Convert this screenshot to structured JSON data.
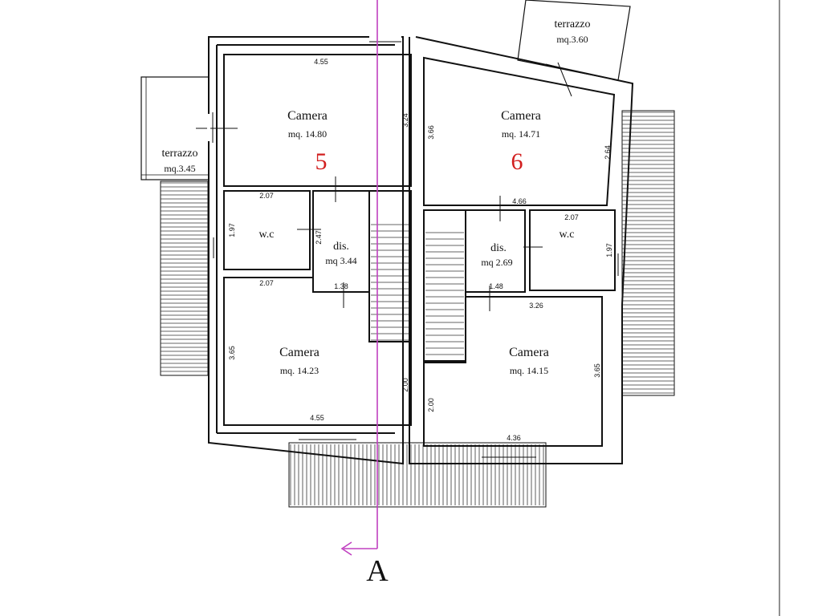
{
  "units": {
    "left": "5",
    "right": "6"
  },
  "rooms": {
    "camera_top_left": {
      "name": "Camera",
      "area": "mq. 14.80"
    },
    "camera_top_right": {
      "name": "Camera",
      "area": "mq. 14.71"
    },
    "wc_left": {
      "name": "w.c"
    },
    "wc_right": {
      "name": "w.c"
    },
    "dis_left": {
      "name": "dis.",
      "area": "mq 3.44"
    },
    "dis_right": {
      "name": "dis.",
      "area": "mq 2.69"
    },
    "camera_bottom_left": {
      "name": "Camera",
      "area": "mq. 14.23"
    },
    "camera_bottom_right": {
      "name": "Camera",
      "area": "mq. 14.15"
    },
    "terrazzo_left": {
      "name": "terrazzo",
      "area": "mq.3.45"
    },
    "terrazzo_top": {
      "name": "terrazzo",
      "area": "mq.3.60"
    }
  },
  "dimensions": {
    "d1": "4.55",
    "d2": "3.24",
    "d3": "3.66",
    "d4": "2.64",
    "d5": "2.07",
    "d6": "1.97",
    "d7": "2.47",
    "d8": "2.07",
    "d9": "1.38",
    "d10": "4.66",
    "d11": "2.07",
    "d12": "1.97",
    "d13": "1.48",
    "d14": "3.26",
    "d15": "3.65",
    "d16": "2.00",
    "d17": "4.55",
    "d18": "2.00",
    "d19": "3.65",
    "d20": "4.36"
  },
  "section": {
    "letter": "A",
    "color": "#c040c0"
  },
  "colors": {
    "unit_number": "#d21f1f",
    "walls": "#111111"
  }
}
